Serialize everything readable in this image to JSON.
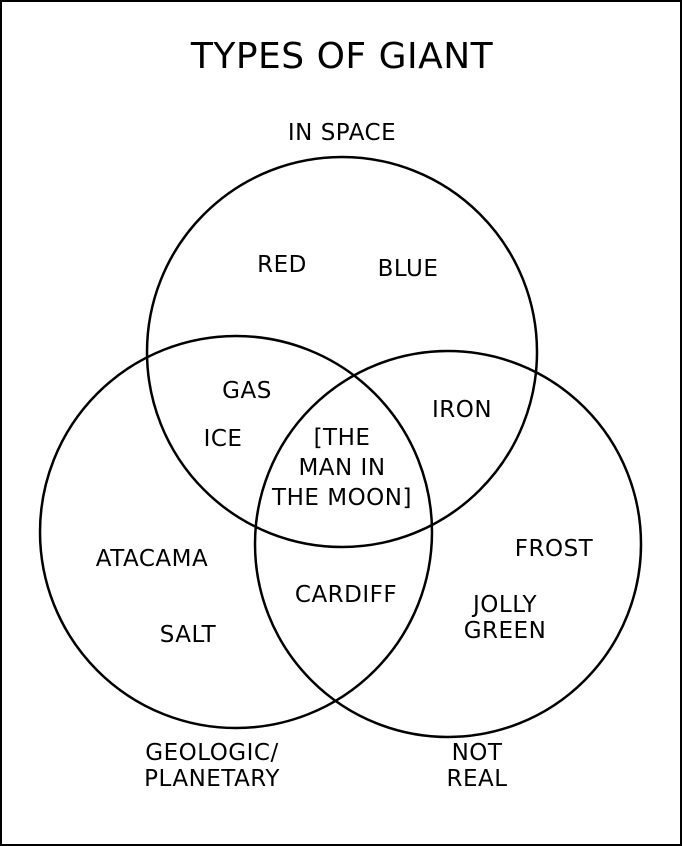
{
  "title": "TYPES OF GIANT",
  "sets": {
    "space": "IN SPACE",
    "geologic": [
      "GEOLOGIC/",
      "PLANETARY"
    ],
    "not_real": [
      "NOT",
      "REAL"
    ]
  },
  "items": {
    "space_only": [
      "RED",
      "BLUE"
    ],
    "space_geologic": [
      "GAS",
      "ICE"
    ],
    "space_not_real": [
      "IRON"
    ],
    "all_three": [
      "[THE",
      "MAN IN",
      "THE MOON]"
    ],
    "geologic_only": [
      "ATACAMA",
      "SALT"
    ],
    "geologic_not_real": [
      "CARDIFF"
    ],
    "not_real_only": [
      "FROST",
      "JOLLY",
      "GREEN"
    ]
  }
}
